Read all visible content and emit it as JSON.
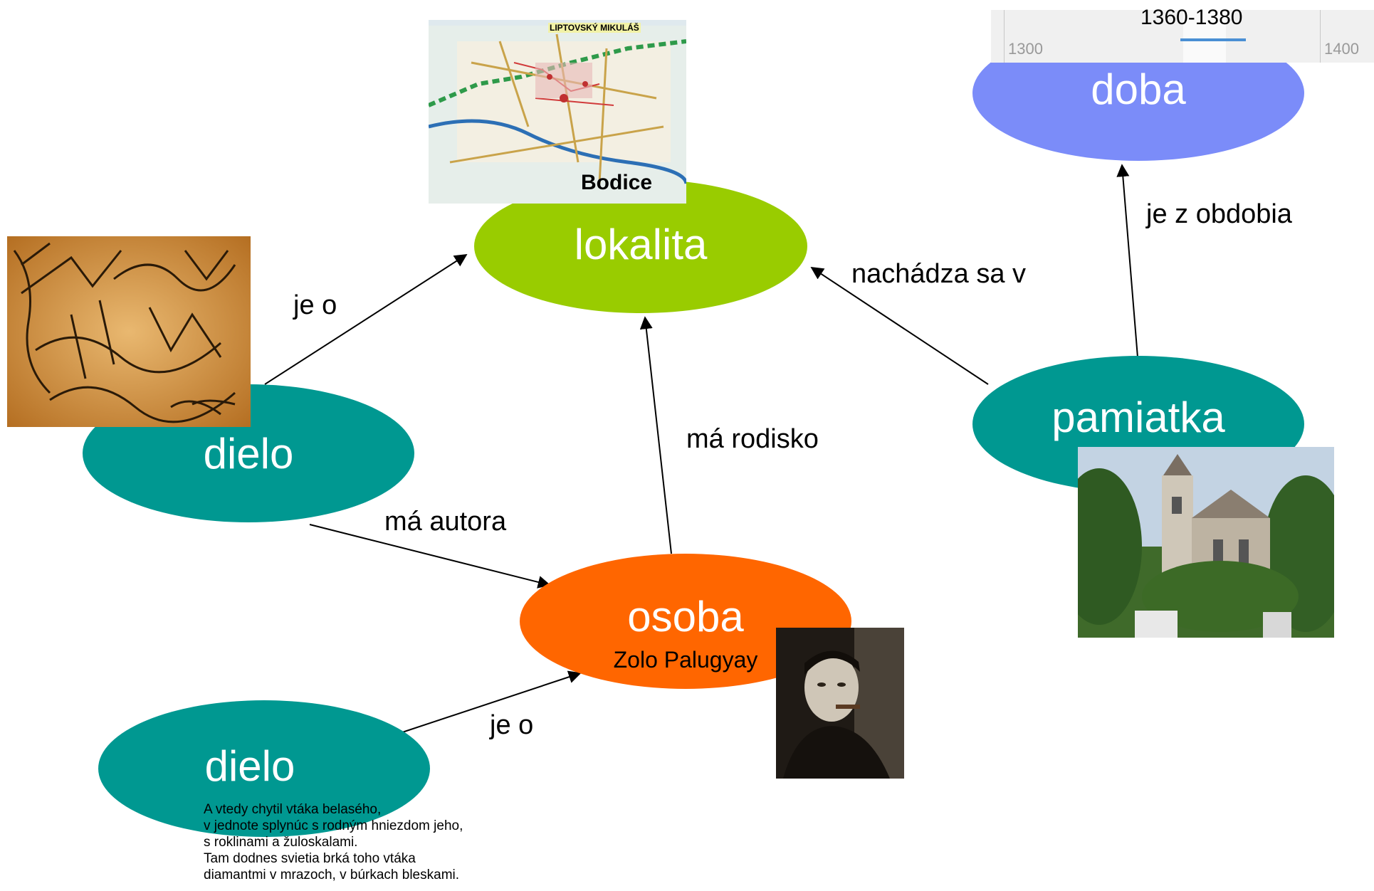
{
  "colors": {
    "teal": "#009891",
    "green": "#99cc00",
    "orange": "#ff6600",
    "periwinkle": "#7b8cf9",
    "timeline_bar": "#4a8fd4"
  },
  "nodes": {
    "lokalita": {
      "label": "lokalita",
      "image_caption": "Bodice",
      "map_text": "LIPTOVSKÝ MIKULÁŠ"
    },
    "doba": {
      "label": "doba"
    },
    "dielo_top": {
      "label": "dielo"
    },
    "osoba": {
      "label": "osoba",
      "sublabel": "Zolo Palugyay"
    },
    "pamiatka": {
      "label": "pamiatka"
    },
    "dielo_bottom": {
      "label": "dielo",
      "poem": [
        "A vtedy chytil vtáka belasého,",
        "v jednote splynúc s rodným hniezdom jeho,",
        "s roklinami a žuloskalami.",
        "Tam dodnes svietia brká toho vtáka",
        "diamantmi v mrazoch, v búrkach bleskami."
      ]
    }
  },
  "edges": {
    "dielo_lokalita": "je o",
    "pamiatka_lokalita": "nachádza sa v",
    "pamiatka_doba": "je z obdobia",
    "osoba_lokalita": "má rodisko",
    "dielo_osoba": "má autora",
    "dielo2_osoba": "je o"
  },
  "timeline": {
    "range": "1360-1380",
    "start_year": "1300",
    "end_year": "1400"
  }
}
